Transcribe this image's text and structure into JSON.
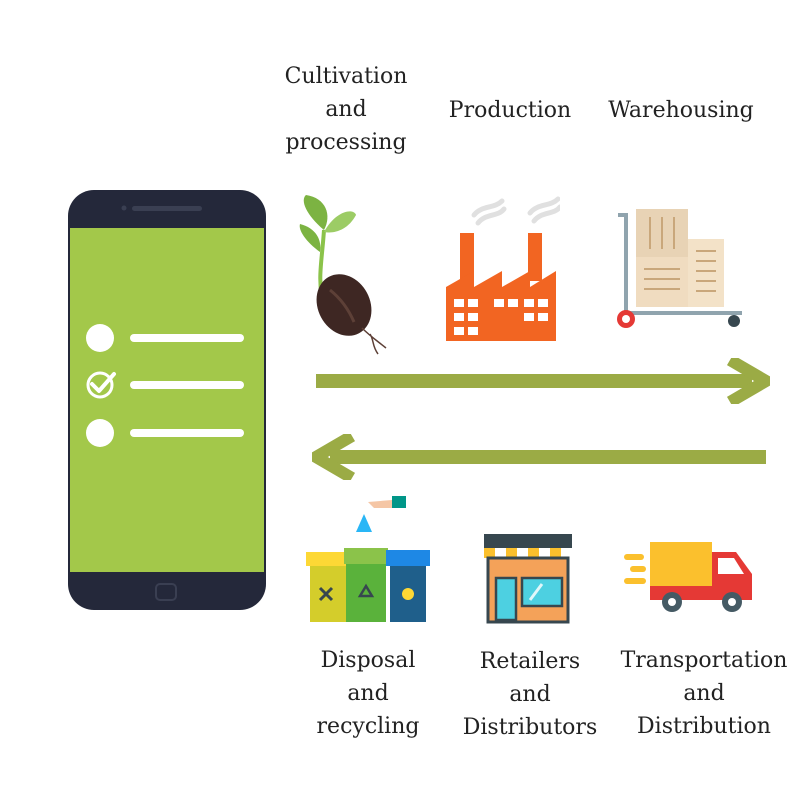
{
  "stages": {
    "cultivation": {
      "lines": [
        "Cultivation",
        "and",
        "processing"
      ],
      "icon": "seedling-icon"
    },
    "production": {
      "lines": [
        "Production"
      ],
      "icon": "factory-icon"
    },
    "warehousing": {
      "lines": [
        "Warehousing"
      ],
      "icon": "warehouse-trolley-icon"
    },
    "disposal": {
      "lines": [
        "Disposal",
        "and",
        "recycling"
      ],
      "icon": "recycling-bins-icon"
    },
    "retailers": {
      "lines": [
        "Retailers",
        "and",
        "Distributors"
      ],
      "icon": "store-icon"
    },
    "transportation": {
      "lines": [
        "Transportation",
        "and",
        "Distribution"
      ],
      "icon": "delivery-truck-icon"
    }
  },
  "colors": {
    "arrow": "#9bab45",
    "phone_screen": "#a3c84a",
    "phone_body": "#24283a",
    "factory": "#f26522",
    "truck": "#e53935",
    "truck_cargo": "#fbc02d"
  },
  "phone": {
    "icon": "checklist-phone-icon",
    "checklist": [
      {
        "checked": false
      },
      {
        "checked": true
      },
      {
        "checked": false
      }
    ]
  }
}
